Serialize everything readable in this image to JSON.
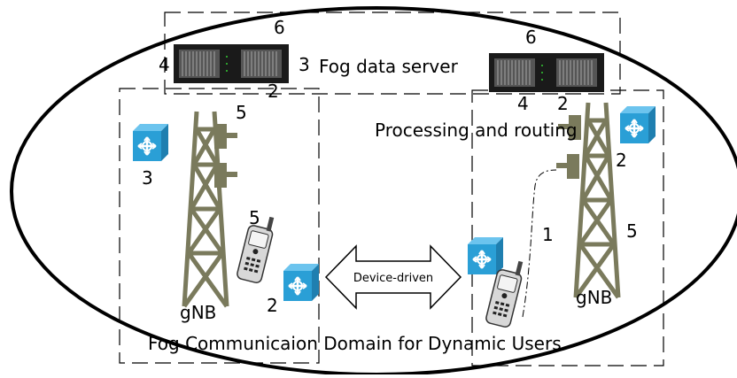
{
  "labels": {
    "fog_data_server": "Fog data server",
    "processing_and_routing": "Processing and routing",
    "device_driven": "Device-driven",
    "domain_caption": "Fog Communicaion Domain for Dynamic Users",
    "gnb_left": "gNB",
    "gnb_right": "gNB"
  },
  "numbers": {
    "server_left_top": "6",
    "server_left_left": "4",
    "server_left_right": "3",
    "server_left_bottom": "2",
    "server_right_top": "6",
    "server_right_bottom_left": "4",
    "server_right_bottom_right": "2",
    "tower_left_antenna": "5",
    "router_left_top": "3",
    "phone_left": "5",
    "router_left_bottom": "2",
    "router_right_top": "2",
    "link_right": "1",
    "tower_right": "5"
  },
  "colors": {
    "router_fill": "#2a9fd6",
    "router_dark": "#1f7fb0",
    "tower_stroke": "#7a7a5c",
    "server_body": "#1a1a1a"
  }
}
